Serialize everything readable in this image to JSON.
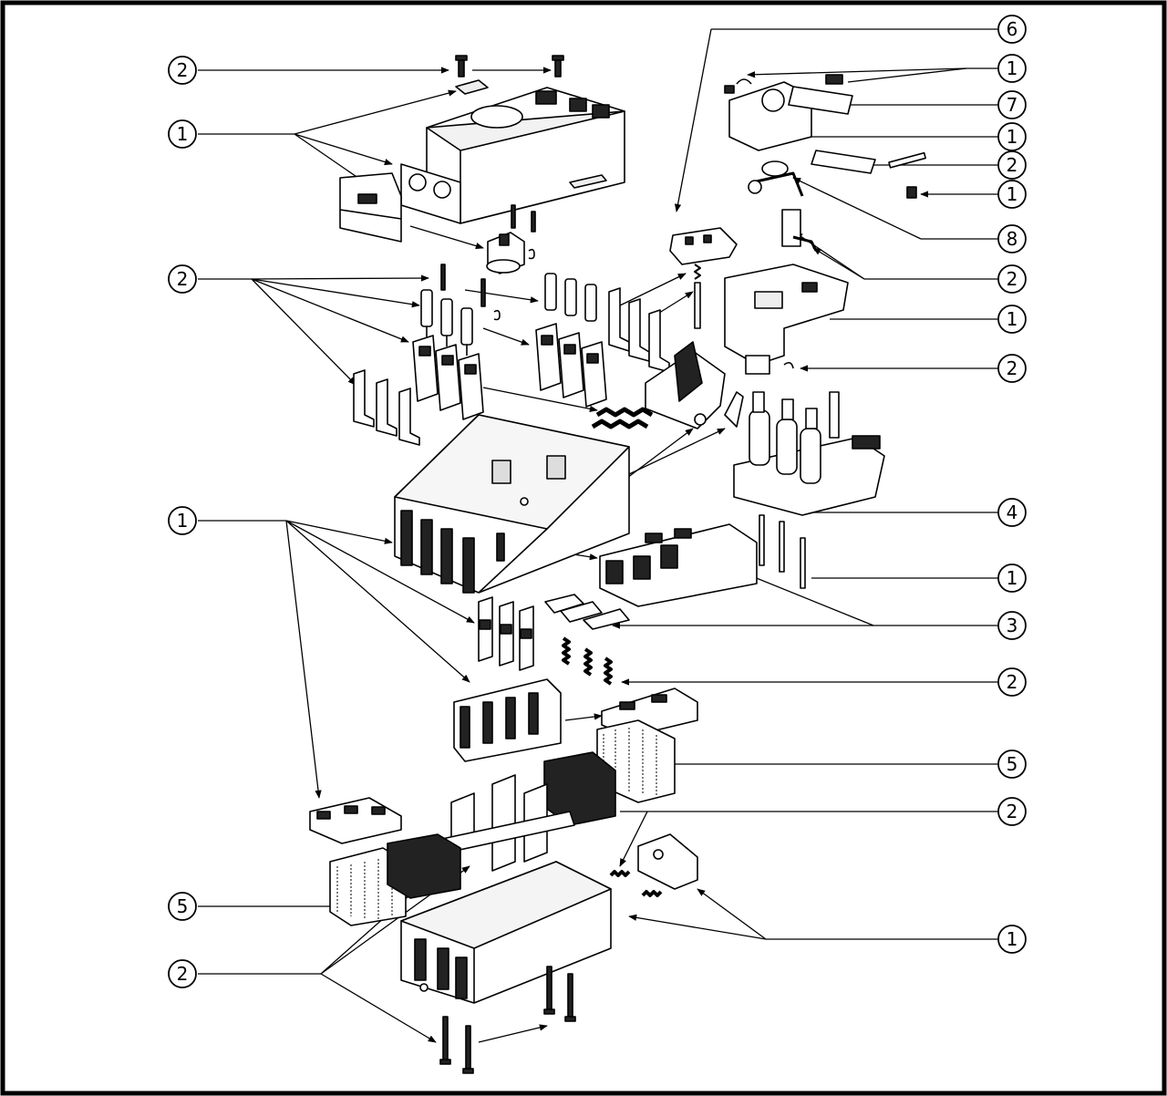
{
  "diagram": {
    "kind": "exploded-assembly",
    "stroke_color": "#000000",
    "background": "#ffffff"
  },
  "callouts": [
    {
      "id": "c2-top-left",
      "label": "2"
    },
    {
      "id": "c1-top-left",
      "label": "1"
    },
    {
      "id": "c2-mid-left",
      "label": "2"
    },
    {
      "id": "c1-mid-left",
      "label": "1"
    },
    {
      "id": "c5-bottom-left",
      "label": "5"
    },
    {
      "id": "c2-bottom-left",
      "label": "2"
    },
    {
      "id": "c6-r",
      "label": "6"
    },
    {
      "id": "c1-r-a",
      "label": "1"
    },
    {
      "id": "c7-r",
      "label": "7"
    },
    {
      "id": "c1-r-b",
      "label": "1"
    },
    {
      "id": "c2-r-a",
      "label": "2"
    },
    {
      "id": "c1-r-c",
      "label": "1"
    },
    {
      "id": "c8-r",
      "label": "8"
    },
    {
      "id": "c2-r-b",
      "label": "2"
    },
    {
      "id": "c1-r-d",
      "label": "1"
    },
    {
      "id": "c2-r-c",
      "label": "2"
    },
    {
      "id": "c4-r",
      "label": "4"
    },
    {
      "id": "c1-r-e",
      "label": "1"
    },
    {
      "id": "c3-r",
      "label": "3"
    },
    {
      "id": "c2-r-d",
      "label": "2"
    },
    {
      "id": "c5-r",
      "label": "5"
    },
    {
      "id": "c2-r-e",
      "label": "2"
    },
    {
      "id": "c1-r-f",
      "label": "1"
    }
  ]
}
